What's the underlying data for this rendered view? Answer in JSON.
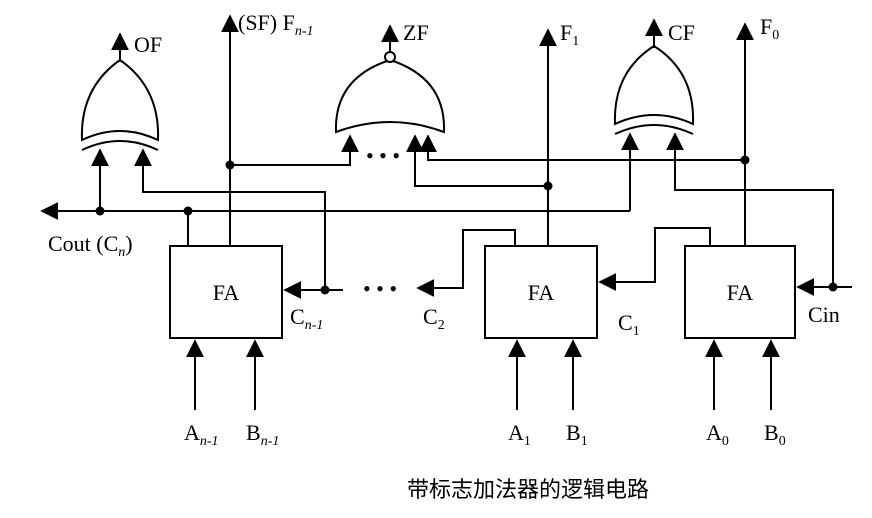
{
  "gates": {
    "of": "OF",
    "sf_prefix": "(SF) F",
    "sf_sub": "n-1",
    "zf": "ZF",
    "f1": "F",
    "f1_sub": "1",
    "cf": "CF",
    "f0": "F",
    "f0_sub": "0"
  },
  "carry": {
    "cout_prefix": "Cout (C",
    "cout_sub": "n",
    "cout_suffix": ")",
    "cn1": "C",
    "cn1_sub": "n-1",
    "c2": "C",
    "c2_sub": "2",
    "c1": "C",
    "c1_sub": "1",
    "cin": "Cin"
  },
  "adders": {
    "fa_left": "FA",
    "fa_mid": "FA",
    "fa_right": "FA",
    "ellipsis_top": "• • •",
    "ellipsis_mid": "• • •"
  },
  "inputs": {
    "an1": "A",
    "an1_sub": "n-1",
    "bn1": "B",
    "bn1_sub": "n-1",
    "a1": "A",
    "a1_sub": "1",
    "b1": "B",
    "b1_sub": "1",
    "a0": "A",
    "a0_sub": "0",
    "b0": "B",
    "b0_sub": "0"
  },
  "caption": "带标志加法器的逻辑电路"
}
